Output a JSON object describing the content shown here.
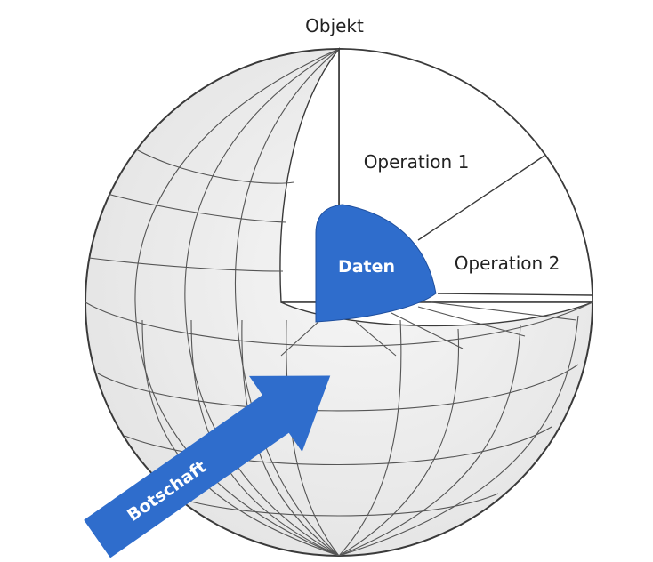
{
  "diagram": {
    "labels": {
      "object": "Objekt",
      "operation1": "Operation 1",
      "operation2": "Operation 2",
      "data": "Daten",
      "message": "Botschaft"
    },
    "colors": {
      "accent": "#2f6dcc",
      "sphere_shade": "#ececec",
      "line": "#3a3a3a"
    }
  }
}
